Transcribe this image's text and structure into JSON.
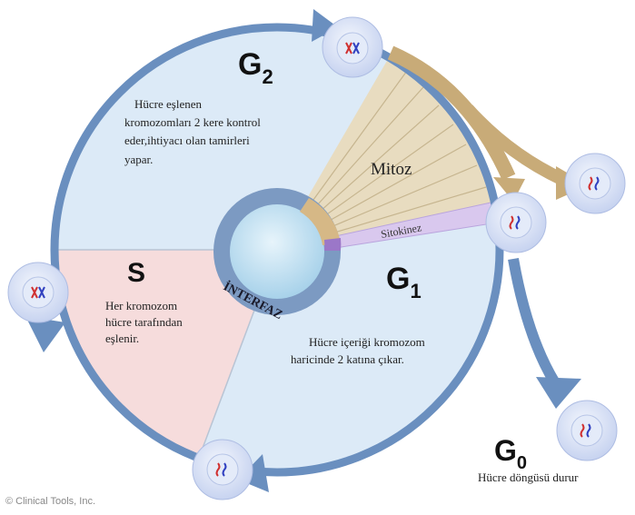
{
  "phases": {
    "g2": {
      "label": "G",
      "sub": "2",
      "desc": [
        "Hücre eşlenen",
        "kromozomları 2 kere kontrol",
        "eder,ihtiyacı olan tamirleri",
        "yapar."
      ]
    },
    "s": {
      "label": "S",
      "desc": [
        "Her kromozom",
        "hücre tarafından",
        "eşlenir."
      ]
    },
    "g1": {
      "label": "G",
      "sub": "1",
      "desc": [
        "Hücre içeriği kromozom",
        "haricinde 2 katına çıkar."
      ]
    },
    "g0": {
      "label": "G",
      "sub": "0",
      "desc": "Hücre döngüsü durur"
    },
    "mitoz": "Mitoz",
    "sitokinez": "Sitokinez",
    "interfaz": "İNTERFAZ"
  },
  "copyright": "© Clinical Tools, Inc.",
  "colors": {
    "ring": "#6a8fbf",
    "g_sector": "#dceaf7",
    "s_sector": "#f6dcdc",
    "mitoz": "#e8dcc0",
    "mitoz_arrow": "#c8ab78",
    "sitokinez": "#d9c8ee",
    "cell_outer": "#cfd9f3",
    "cell_inner": "#e7edfa"
  }
}
